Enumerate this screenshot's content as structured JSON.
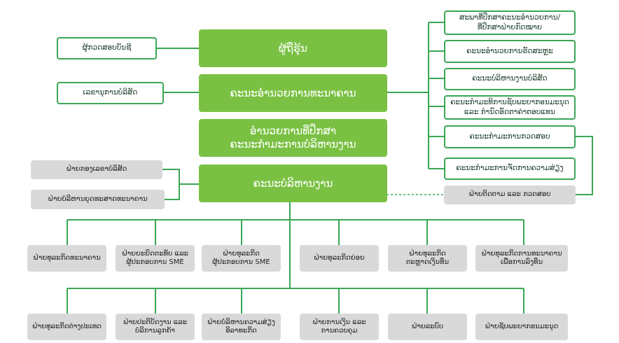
{
  "colors": {
    "main_fill": "#7ac143",
    "line": "#3aa655",
    "outline_border": "#3aa655",
    "gray_fill": "#d9d9d9"
  },
  "center": {
    "shareholders": "ຜູ້ຖືຮຸ້ນ",
    "board": "ຄະນະອຳນວຍການທະນາຄານ",
    "advisory": [
      "ອຳນວຍການທີ່ປຶກສາ",
      "ຄະນະກຳມະການບໍລິຫານງານ"
    ],
    "executive": "ຄະນະບໍລິຫານງານ"
  },
  "left": {
    "auditor": "ຜູ້ກວດສອບບັນຊີ",
    "secretary": "ເລຂານຸການບໍລິສັດ",
    "gray1": "ຝ່າຍກອງເລຂາບໍລິສັດ",
    "gray2": "ຝ່າຍບໍລິຫານຍຸດທະສາດທະນາຄານ"
  },
  "right": {
    "committees": [
      [
        "ສະພາທີ່ປຶກສາຄະນະອຳນວຍການ/",
        "ທີ່ປຶກສາຝ່າຍກົດໝາຍ"
      ],
      [
        "ຄະນະອຳນວຍການຮັດສະຫຼະ"
      ],
      [
        "ຄະນະບໍລິຫານງານບໍລິສັດ"
      ],
      [
        "ຄະນະກຳມະທິການຊັບພະຍາກອນມະນຸດ",
        "ແລະ ກຳນົດອັດຕາຄ່າຕອບແທນ"
      ],
      [
        "ຄະນະກຳມະການກວດສອບ"
      ],
      [
        "ຄະນະກຳມະການຈັດການຄວາມສ່ຽງ"
      ]
    ],
    "monitoring": "ຝ່າຍຕິດຕາມ ແລະ ກວດສອບ"
  },
  "row1": [
    [
      "ຝ່າຍທຸລະກິດທະນາຄານ"
    ],
    [
      "ຝ່າຍຍະຍິດຕະທັບ ແລະ",
      "ຜູ້ປະກອບການ SME"
    ],
    [
      "ຝ່າຍທຸລະກິດ",
      "ຜູ້ປະກອບການ SME"
    ],
    [
      "ຝ່າຍທຸລະກິດຍ່ອຍ"
    ],
    [
      "ຝ່າຍທຸລະກິດ",
      "ຕະຫຼາດເງິນທຶນ"
    ],
    [
      "ຝ່າຍທຸລະກິດການທະນາຄານ",
      "ເພື່ອການລົງທຶນ"
    ]
  ],
  "row2": [
    [
      "ຝ່າຍທຸລະກິດຕ່າງປະເທດ"
    ],
    [
      "ຝ່າຍປະຕິບັດງານ ແລະ",
      "ບໍລິການລູກຄ້າ"
    ],
    [
      "ຝ່າຍບໍລິຫານຄວາມສ່ຽງ",
      "ອິລາທະກິດ"
    ],
    [
      "ຝ່າຍການເງິນ ແລະ",
      "ການຄວບຄຸມ"
    ],
    [
      "ຝ່າຍລະບົບ"
    ],
    [
      "ຝ່າຍຊັບພະຍາກອນມະນຸດ"
    ]
  ]
}
